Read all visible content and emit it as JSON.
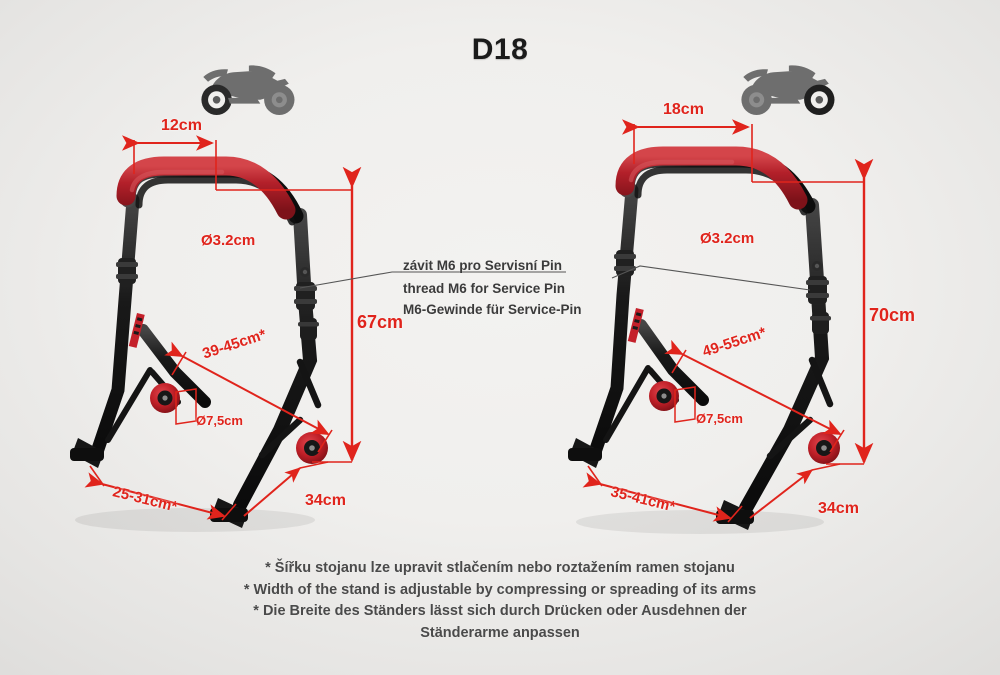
{
  "title": "D18",
  "colors": {
    "dimension_red": "#e0241c",
    "stand_frame_black": "#1c1c1c",
    "stand_grip_red": "#b3202a",
    "stand_wheel_red": "#c4202a",
    "background": "#efeeec",
    "text_dark": "#3b3b3b"
  },
  "callout": {
    "line_cs": "závit M6 pro Servisní Pin",
    "line_en": "thread M6 for Service Pin",
    "line_de": "M6-Gewinde für Service-Pin"
  },
  "stands": [
    {
      "id": "front-stand",
      "icon": "motorcycle-front-wheel-icon",
      "dimensions": {
        "top_width": "12cm",
        "tube_diameter": "Ø3.2cm",
        "height": "67cm",
        "arm_span": "39-45cm*",
        "wheel_diameter": "Ø7,5cm",
        "base_width": "25-31cm*",
        "base_depth": "34cm"
      }
    },
    {
      "id": "rear-stand",
      "icon": "motorcycle-rear-wheel-icon",
      "dimensions": {
        "top_width": "18cm",
        "tube_diameter": "Ø3.2cm",
        "height": "70cm",
        "arm_span": "49-55cm*",
        "wheel_diameter": "Ø7,5cm",
        "base_width": "35-41cm*",
        "base_depth": "34cm"
      }
    }
  ],
  "footnotes": {
    "line_cs": "* Šířku stojanu lze upravit stlačením nebo roztažením ramen stojanu",
    "line_en": "* Width of the stand is adjustable by compressing or spreading of its arms",
    "line_de": "* Die Breite des Ständers lässt sich durch Drücken oder Ausdehnen der Ständerarme anpassen"
  }
}
